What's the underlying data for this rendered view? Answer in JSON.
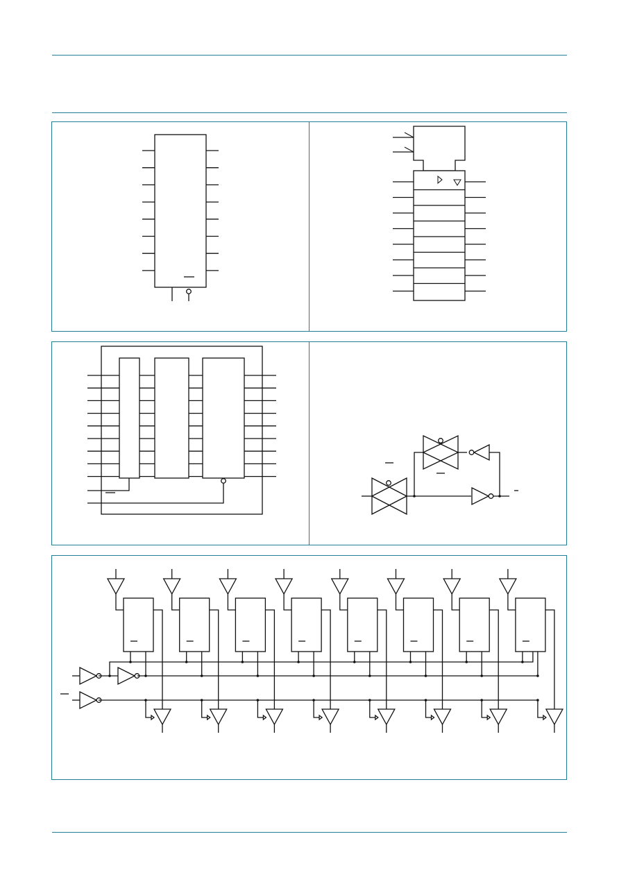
{
  "page": {
    "header_rule_color": "#1f7f97",
    "frame_color": "#1f7f97",
    "line_color": "#111111"
  },
  "figures": [
    {
      "id": "fig-logic-symbol",
      "icon": "logic-symbol-diagram"
    },
    {
      "id": "fig-iec-symbol",
      "icon": "iec-logic-symbol-diagram"
    },
    {
      "id": "fig-functional-diagram",
      "icon": "functional-diagram"
    },
    {
      "id": "fig-latch-detail",
      "icon": "transmission-gate-latch-diagram"
    },
    {
      "id": "fig-logic-diagram",
      "icon": "octal-latch-logic-diagram"
    }
  ],
  "counts": {
    "logic_symbol_pins_per_side": 8,
    "iec_data_rows": 8,
    "functional_rows": 9,
    "logic_diagram_stages": 8
  }
}
